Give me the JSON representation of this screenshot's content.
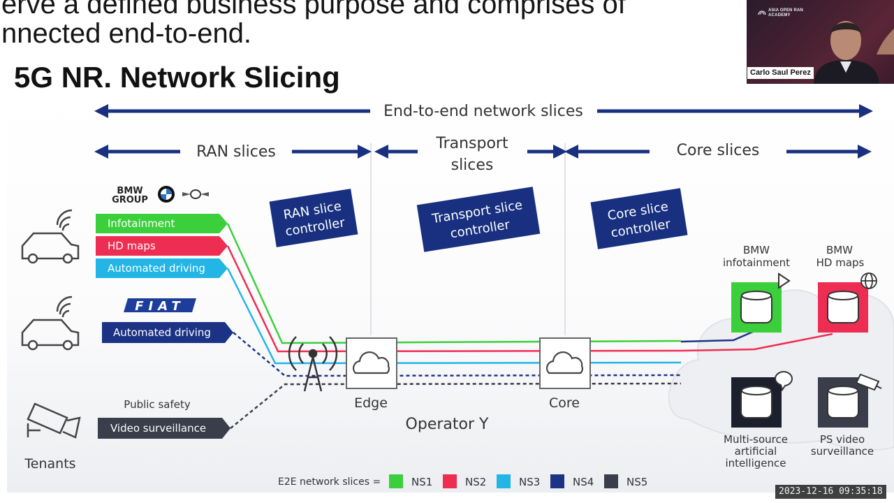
{
  "slide": {
    "cut_text_top": "erve a defined business purpose and comprises of",
    "cut_text_line2": "nnected end-to-end.",
    "title": "5G NR. Network Slicing"
  },
  "diagram": {
    "e2e_label": "End-to-end network slices",
    "ran_label": "RAN slices",
    "transport_label_l1": "Transport",
    "transport_label_l2": "slices",
    "core_label": "Core slices",
    "ran_controller_l1": "RAN slice",
    "ran_controller_l2": "controller",
    "transport_controller_l1": "Transport slice",
    "transport_controller_l2": "controller",
    "core_controller_l1": "Core slice",
    "core_controller_l2": "controller",
    "bmw_group_l1": "BMW",
    "bmw_group_l2": "GROUP",
    "fiat_logo": "FIAT",
    "slices_bmw": [
      "Infotainment",
      "HD maps",
      "Automated driving"
    ],
    "slice_fiat": "Automated driving",
    "public_safety": "Public safety",
    "slice_ps": "Video surveillance",
    "tenants": "Tenants",
    "edge": "Edge",
    "core": "Core",
    "operator": "Operator Y",
    "app_bmw_info_l1": "BMW",
    "app_bmw_info_l2": "infotainment",
    "app_bmw_hd_l1": "BMW",
    "app_bmw_hd_l2": "HD maps",
    "app_ai_l1": "Multi-source",
    "app_ai_l2": "artificial",
    "app_ai_l3": "intelligence",
    "app_ps_l1": "PS video",
    "app_ps_l2": "surveillance",
    "legend_label": "E2E network slices =",
    "legend": [
      {
        "label": "NS1",
        "color": "#3ccf3c"
      },
      {
        "label": "NS2",
        "color": "#ee2d52"
      },
      {
        "label": "NS3",
        "color": "#22b5e6"
      },
      {
        "label": "NS4",
        "color": "#1c3385"
      },
      {
        "label": "NS5",
        "color": "#3a3d4a"
      }
    ]
  },
  "colors": {
    "navy": "#18307f",
    "green": "#3ccf3c",
    "red": "#ee2d52",
    "cyan": "#22b5e6",
    "dark": "#3a3d4a"
  },
  "video": {
    "presenter_name": "Carlo Saul Perez",
    "brand_l1": "ASIA OPEN RAN",
    "brand_l2": "ACADEMY",
    "timestamp": "2023-12-16  09:35:18"
  }
}
